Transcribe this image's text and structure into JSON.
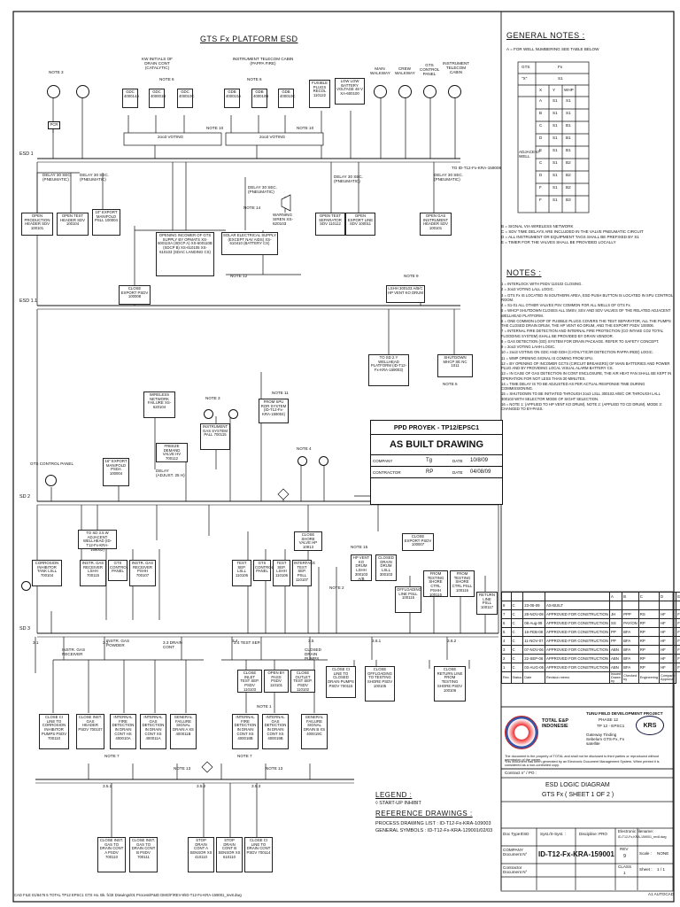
{
  "title": "GTS Fx PLATFORM ESD",
  "levels": {
    "esd1": "ESD 1",
    "esd11": "ESD 1.1",
    "sd2": "SD 2",
    "sd3": "SD 3",
    "sd31": "3.1",
    "sd32": "3.2",
    "sd34": "3.4",
    "sd35": "3.5",
    "sd361": "3.6.1",
    "sd362": "3.6.2",
    "sd351": "3.5.1",
    "sd353": "3.5.3"
  },
  "notes_markers": [
    "NOTE 3",
    "NOTE 6",
    "NOTE 10",
    "NOTE 12",
    "NOTE 14",
    "NOTE 9",
    "NOTE 5",
    "NOTE 11",
    "NOTE 4",
    "NOTE 13",
    "NOTE 16",
    "NOTE 7",
    "NOTE 1",
    "NOTE 2",
    "NOTE 15"
  ],
  "top_section": {
    "group1_label": "KW INITIALS OF DRAIN CONT (CATALYTIC)",
    "group2_label": "INSTRUMENT TELECOM CABIN (PAPPA FIRE)",
    "ofs_labels": [
      "GDC 400014A",
      "GDC 400001B",
      "GDC 400010C",
      "GDB 400010A",
      "GDB 400010B",
      "GDB 400010C"
    ],
    "voting_labels": [
      "2oo3 VOTING",
      "2oo3 VOTING"
    ],
    "fusible": "FUSIBLE PLUGS RECOL 110122",
    "lowlow": "LOW LOW BATTERY VOLTAGE 48 V XA-600100",
    "manual_labels": [
      "MAIN WALKWAY",
      "CREW WALKWAY",
      "GTS CONTROL PANEL",
      "INSTRUMENT TELECOM CABIN"
    ],
    "esd_tag": "TO ID-T12-Fx-KRA-159006",
    "pcr": "PCR",
    "delays": [
      "DELAY 30 SEC. (PNEUMATIC)",
      "DELAY 30 SEC. (PNEUMATIC)",
      "DELAY 30 SEC. (PNEUMATIC)",
      "DELAY 30 SEC. (PNEUMATIC)",
      "DELAY 30 SEC. (PNEUMATIC)"
    ],
    "open_boxes": [
      "OPEN PRODUCTION HEADER SDV 100101",
      "OPEN TEST HEADER SDV 100104",
      "10\" EXPORT MANIFOLD PSLL 100004",
      "OPEN TEST SEPARATOR SDV 110112",
      "OPEN EXPORT LINE SDV 100011",
      "OPEN GAS INSTRUMENT HEADER SDV 100101"
    ],
    "opening_box": "OPENING INCOMER OF GTS SUPPLY BY OPMATS XS-600110A (SDCP A) XS-600110B (SDCP B) XS-610105 XS-610103 (SDAC LANDING CS)",
    "solar_box": "SOLAR ELECTRICAL SUPPLY (EXCEPT NAV AIDS) XS-610410 (BATTERY CS)",
    "siren": "WARNING SIREN XS-620103",
    "close_export": "CLOSE EXPORT PSDV 100008"
  },
  "mid_section": {
    "lsh": "LSHH 300103 A/B/C HP VENT KO DRUM",
    "wellhead": "TO SD 2.Y WELLHEAD PLATFORM (ID-T12-Fx-KRA-159003)",
    "shutdown_mhcp": "SHUTDOWN MHCP SE NC 1011",
    "wireless": "WIRELESS NETWORK FAILURE XS-620104",
    "instrument_gas": "INSTRUMENT GAS SYSTEM PALL 700115",
    "ccr_box": "FROM SPU ROR SYSTEM (ID-T12-Fx-KRA-159004)",
    "export_manifold": "16\" EXPORT MANIFOLD PSDA 100004",
    "freeze": "FREEZE DEMAND VALVE HV 700112",
    "delay_adjust": "DELAY (ADJUST. 25 H)",
    "gts_control": "GTS CONTROL PANEL",
    "to_sd3": "TO SD 3.5 W ADJACENT WELLHEAD (ID-T12-Fx-KRA-159002)",
    "close_hp": "CLOSE SHORE VALVE HP 10913",
    "close_export2": "CLOSE EXPORT PSDV 100007"
  },
  "stamp": {
    "project": "PPD PROYEK - TP12/EPSC1",
    "label": "AS BUILT DRAWING",
    "company_label": "COMPANY",
    "contractor_label": "CONTRACTOR",
    "date_label": "DATE",
    "company_date": "10/8/09",
    "contractor_date": "04/08/09"
  },
  "sd3_section": {
    "left_boxes": [
      "CORROSION INHIBITOR TANK LSLL 700104",
      "INSTR. GAS RECEIVER LSHH 700115",
      "GTS CONTROL PANEL",
      "INSTR. GAS RECEIVER PSHH 700107"
    ],
    "instr_gas_powder": "INSTR. GAS POWDER",
    "instr_gas_receiver": "INSTR. GAS RECEIVER",
    "drain_cont": "3.3 DRAIN CONT",
    "test_sep_boxes": [
      "TEST SEP. LSLL 110106",
      "GTS CONTROL PANEL",
      "TEST SEP. LSHH 110106",
      "INTERFACE TEST SEP. PSLL 110107"
    ],
    "hp_vent": "HP VENT KO DRUM LSHH 300103 A/B",
    "closed_drain": "CLOSED DRAIN DRUM LSLL 300103",
    "offloading": "OFFLOADING LINE PSLL 100115",
    "from_testing": "FROM TESTING SHORE CTRL PSHH 100115",
    "from_testing2": "FROM TESTING SHORE CTRL PSLL 100116",
    "return_line": "RETURN LINE PSLL 100117",
    "test_sep": "3.4 TEST SEP.",
    "closed_drain_pumps": "CLOSED DRAIN PUMPS"
  },
  "bottom_section": {
    "close_boxes_a": [
      "CLOSE CI LINE TO CORROSION INHIBITOR PUMPS PSDV 700110",
      "CLOSE INST. GAS HEADER PSDV 700107",
      "INTERNAL FIRE DETECTION IN DRAIN CONT HS 400010A",
      "INTERNAL GAS DETECTION IN DRAIN CONT XS 400011A",
      "GENERAL FAILURE SIGNAL DRAIN A XS 400011B"
    ],
    "close_boxes_b": [
      "CLOSE INLET TEST SEP. PSDV 110103",
      "OPEN BY PASS PSDV 110101",
      "CLOSE OUTLET TEST SEP. PSDV 110102",
      "CLOSE CI LINE TO CLOSED DRAIN PUMPS PSDV 700115"
    ],
    "close_boxes_c": [
      "INTERNAL FIRE DETECTION IN DRAIN CONT XS 400018B",
      "INTERNAL GAS DETECTION IN DRAIN CONT XS 400019B",
      "GENERAL FAILURE SIGNAL DRAIN B XS 400019C"
    ],
    "close_offload": "CLOSE OFFLOADING TO TESTING SHORE PSDV 100105",
    "close_return": "CLOSE RETURN LINE FROM TESTING SHORE PSDV 100106",
    "stop_boxes": [
      "STOP DRAIN CONT A SENSOR XS 410110",
      "STOP DRAIN CONT B SENSOR XS 610110",
      "CLOSE CI LINE TO DRAIN CONT PSDV 700114"
    ],
    "close_bottom": [
      "CLOSE INST. GAS TO DRAIN CONT A PSDV 700110",
      "CLOSE INST. GAS TO DRAIN CONT B PSDV 700111"
    ],
    "bottom_levels": [
      "3.5.1",
      "3.5.2",
      "3.5.3"
    ]
  },
  "legend": {
    "title": "LEGEND :",
    "item": "◊ START-UP INHIBIT",
    "ref_title": "REFERENCE DRAWINGS :",
    "ref1": "PROCESS DRAWING LIST : ID-T12-Fx-KRA-109003",
    "ref2": "GENERAL SYMBOLS : ID-T12-Fx-KRA-129001/02/03"
  },
  "general_notes": {
    "title": "GENERAL NOTES :",
    "note_a": "A = FOR WELL NUMBERING SEE TABLE BELOW",
    "table_header": [
      "GTS",
      "Fx"
    ],
    "table_sub": [
      "\"X\"",
      "S1"
    ],
    "table_cols": [
      "X",
      "Y",
      "WHP"
    ],
    "table_rows": [
      [
        "S1",
        "A",
        "S1",
        ""
      ],
      [
        "S1",
        "B",
        "S1",
        ""
      ],
      [
        "S1",
        "C",
        "B1",
        ""
      ],
      [
        "S1",
        "D",
        "B1",
        ""
      ],
      [
        "S1",
        "E",
        "B1",
        ""
      ],
      [
        "S1",
        "C",
        "B2",
        ""
      ],
      [
        "S1",
        "D",
        "B2",
        ""
      ],
      [
        "S1",
        "F",
        "B2",
        ""
      ],
      [
        "S1",
        "F",
        "B3",
        ""
      ]
    ],
    "side_label": "ADJACENT WELL",
    "items": [
      "B = SIGNAL VIA WIRELESS NETWORK",
      "C = SDV TIME DELAYS ARE INCLUDED IN THE VALVE PNEUMATIC CIRCUIT",
      "D = ALL INSTRUMENT OR EQUIPMENT TAGS SHALL BE PREFIXED BY S1",
      "E = TIMER FOR THE VALVES SHALL BE PROVIDED LOCALLY"
    ]
  },
  "notes": {
    "title": "NOTES :",
    "items": [
      "1 = INTERLOCK WITH PSDV 110102 CLOSING.",
      "2 = 2oo3 VOTING LALL LOGIC.",
      "3 = GTS Fx IS LOCATED IN SOUTHERN AREA, ESD PUSH BUTTON IS LOCATED IN SPU CONTROL ROOM.",
      "4 = S1-01 ALL OTHER VALVES PSV COMMON FOR ALL WELLS OF GTS Fx.",
      "5 = WHCP SHUTDOWN CLOSES ALL SMSV, SSV AND SDV VALVES OF THE RELATED ADJACENT WELLHEAD PLATFORM.",
      "6 = ONE COMMON LOOP OF FUSIBLE PLUGS COVERS THE TEST SEPARATOR, ALL THE PUMPS THE CLOSED DRAIN DRUM, THE HP VENT KO DRUM, AND THE EXPORT PSDV 100006.",
      "7 = INTERNAL FIRE DETECTION AND INTERNAL FIRE PROTECTION (CO INTAKE CO2 TOTAL FLOODING SYSTEM) SHALL BE PROVIDED BY DRAIN VENDOR.",
      "8 = GAS DETECTION (GD) SYSTEM FOR DRAIN PACKAGE. REFER TO SAFETY CONCEPT.",
      "9 = 2oo3 VOTING LAHH LOGIC.",
      "10 = 2oo3 VOTING ON GDC AND GDH (CATALYTIC/IR DETECTION PAPPA IRDD) LOGIC.",
      "11 = WMP OPENING SIGNAL IS COMING FROM SPU.",
      "12 = BY OPENING OF INCOMER GCTS (CIRCUIT BREAKERS) OF MAIN BATTERIES AND POWER PLUG AND BY PROVIDING LOCAL VISUAL ALARM BATTERY CS.",
      "13 = IN CASE OF GAS DETECTION IN CONT ENCLOSURE, THE AIR HEAT FAN SHALL BE KEPT IN OPERATION FOR NOT LESS THAN 30 MINUTES.",
      "14 = TIME DELAY IS TO BE ADJUSTED AS PER ACTUAL RESPONSE TIME DURING COMMISSIONING.",
      "15 = SHUTDOWN TO BE INITIATED THROUGH 2oo3 LSLL 300103 A/B/C OR THROUGH LALL 300103 WITH SELECTOR MODE OF SIGHT SELECTION.",
      "16 = NOTE 1: (APPLIED TO HP VENT KO DRUM). NOTE 2: (APPLIED TO CD DRUM). MODE 3: CHANGED TO BY-PASS."
    ]
  },
  "revisions": {
    "header": [
      "A",
      "B",
      "C",
      "D",
      "E",
      "F"
    ],
    "rows": [
      [
        "8",
        "C",
        "23-05-09",
        "AS-BUILT",
        "",
        "",
        "",
        "",
        ""
      ],
      [
        "7",
        "C",
        "28-NOV-08",
        "APPROVED FOR CONSTRUCTION",
        "JH",
        "PPP",
        "RS",
        "HF",
        "FP"
      ],
      [
        "6",
        "C",
        "08-Aug-08",
        "APPROVED FOR CONSTRUCTION",
        "SS",
        "PAY/ON",
        "RP",
        "HF",
        "FP"
      ],
      [
        "5",
        "C",
        "16-FEB-08",
        "APPROVED FOR CONSTRUCTION",
        "PP",
        "BFA",
        "RP",
        "HF",
        "FP"
      ],
      [
        "4",
        "C",
        "11-NOV-07",
        "APPROVED FOR CONSTRUCTION",
        "PP",
        "BFA",
        "RP",
        "HF",
        "FP"
      ],
      [
        "3",
        "C",
        "07-NOV-06",
        "APPROVED FOR CONSTRUCTION",
        "ABN",
        "BFA",
        "RP",
        "HF",
        "FP"
      ],
      [
        "2",
        "C",
        "22-SEP-06",
        "APPROVED FOR CONSTRUCTION",
        "ABN",
        "BFA",
        "RP",
        "HF",
        "FP"
      ],
      [
        "1",
        "C",
        "03-AUG-06",
        "APPROVED FOR CONSTRUCTION",
        "ABN",
        "BFA",
        "RP",
        "HF",
        "FP"
      ]
    ],
    "footer": [
      "Rev.",
      "Status",
      "Date",
      "Revision memo",
      "Issued Drawn by",
      "Checked by",
      "Engineering",
      "Company Approval"
    ]
  },
  "titleblock": {
    "company": "TOTAL E&P INDONESIE",
    "project1": "TUNU FIELD DEVELOPMENT PROJECT",
    "project2": "PHASE 12",
    "project3": "TP 12 - EPSC1",
    "contractor": "Gateway Tinding Sebelum GTS-Fx, Fx satellite",
    "krs": "KRS",
    "disclaimer": "The document is the property of TOTAL and shall not be disclosed to third parties or reproduced without permission of the owner.",
    "disclaimer2": "This document has been generated by an Electronic Document Management System. When printed it is considered as a non-controlled copy.",
    "contract_no": "Contract n° / PO :",
    "diagram_title": "ESD LOGIC DIAGRAM",
    "diagram_sub": "GTS Fx ( SHEET 1 OF 2 )",
    "doc_type_label": "Doc Type :",
    "doc_type": "ESD",
    "syst_label": "Syst./S-Syst. :",
    "discipline_label": "Discipline:",
    "discipline": "PRO",
    "elec_label": "Electronic filename:",
    "elec": "ID-T12-Fx-KRA-159001_rev8.dwg",
    "company_doc_label": "COMPANY Document N°",
    "company_doc": "ID-T12-Fx-KRA-159001",
    "rev_label": "REV",
    "rev": "9",
    "scale_label": "Scale :",
    "scale": "NONE",
    "contractor_doc_label": "Contractor Document N°",
    "class_label": "CLASS",
    "class": "1",
    "sheet_label": "Sheet :",
    "sheet": "1 / 1",
    "size": "A1 AUTOCAD"
  },
  "filepath": "CAD FILE 01/6476 5 TOTAL TP12 EPSC1 GTS Ho. Bk. fx\\3t Drawings\\01 Process\\P&ID DMG\\F\\REV-8\\ID-T12-Fx-KRA-159001_rev8.dwg"
}
